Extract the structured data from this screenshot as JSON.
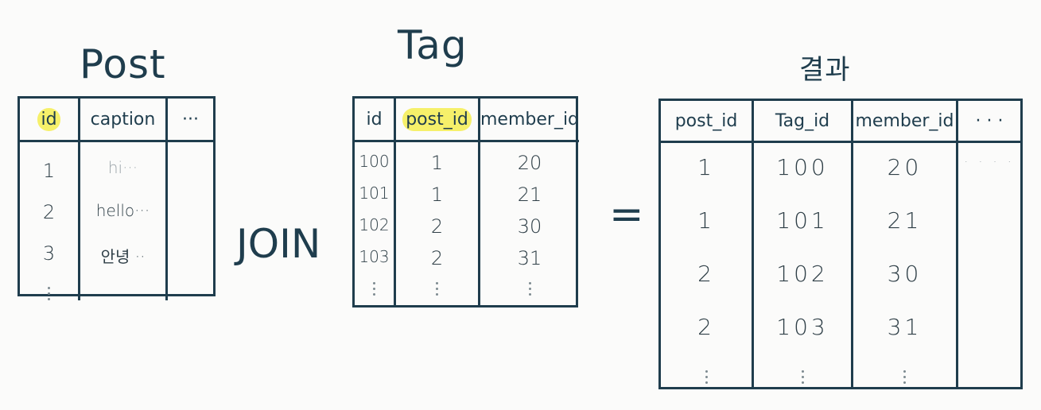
{
  "titles": {
    "post": "Post",
    "tag": "Tag",
    "result": "결과",
    "join": "JOIN",
    "equals": "="
  },
  "post_table": {
    "headers": [
      "id",
      "caption",
      "···"
    ],
    "highlighted_header": "id",
    "ids": [
      "1",
      "2",
      "3"
    ],
    "captions": [
      "hi···",
      "hello···",
      "안녕 ··"
    ]
  },
  "tag_table": {
    "headers": [
      "id",
      "post_id",
      "member_id"
    ],
    "highlighted_header": "post_id",
    "ids": [
      "100",
      "101",
      "102",
      "103"
    ],
    "post_ids": [
      "1",
      "1",
      "2",
      "2"
    ],
    "member_ids": [
      "20",
      "21",
      "30",
      "31"
    ]
  },
  "result_table": {
    "headers": [
      "post_id",
      "Tag_id",
      "member_id",
      "· · ·"
    ],
    "post_ids": [
      "1",
      "1",
      "2",
      "2"
    ],
    "tag_ids": [
      "100",
      "101",
      "102",
      "103"
    ],
    "member_ids": [
      "20",
      "21",
      "30",
      "31"
    ],
    "extra": "· · · ·"
  },
  "colors": {
    "ink": "#1f3d4d",
    "highlight": "#f6f06a",
    "background": "#fbfbfa"
  }
}
